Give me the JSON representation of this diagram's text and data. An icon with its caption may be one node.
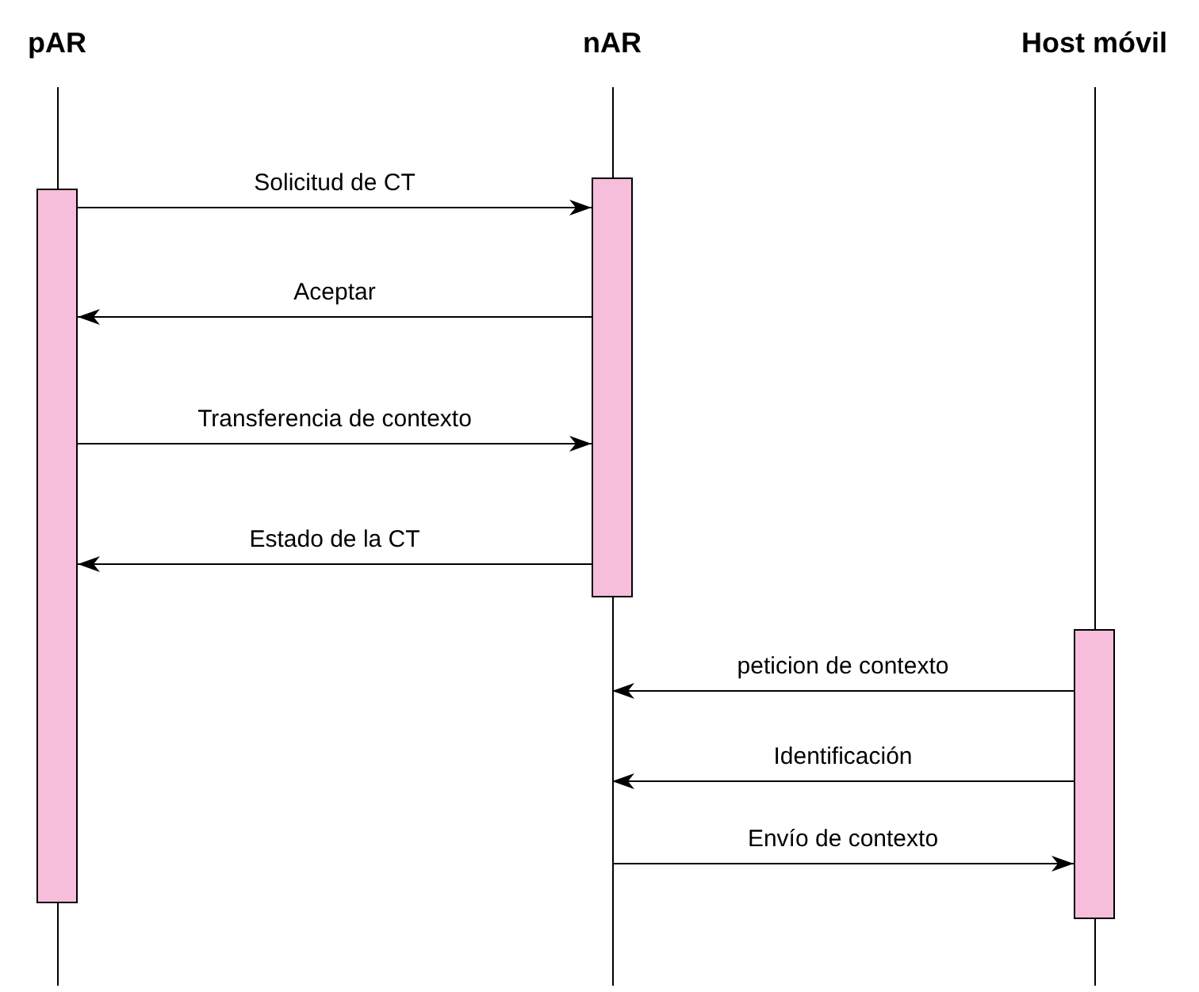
{
  "diagram": {
    "nodes": [
      {
        "text": [
          "pAR"
        ]
      },
      {
        "text": [
          "nAR"
        ]
      },
      {
        "text": [
          "Host móvil"
        ]
      },
      {
        "text": [],
        "shape": "bar",
        "in": 0
      },
      {
        "text": [],
        "shape": "bar",
        "in": 1
      },
      {
        "text": [],
        "shape": "bar",
        "in": 2
      }
    ],
    "edges": [
      {
        "from": 3,
        "to": 4,
        "arrow": "to",
        "label": "Solicitud de CT"
      },
      {
        "from": 4,
        "to": 3,
        "arrow": "to",
        "label": "Aceptar"
      },
      {
        "from": 3,
        "to": 4,
        "arrow": "to",
        "label": "Transferencia de contexto"
      },
      {
        "from": 4,
        "to": 3,
        "arrow": "to",
        "label": "Estado de la CT"
      },
      {
        "from": 5,
        "to": 1,
        "arrow": "to",
        "label": "peticion de contexto"
      },
      {
        "from": 5,
        "to": 1,
        "arrow": "to",
        "label": "Identificación"
      },
      {
        "from": 1,
        "to": 5,
        "arrow": "to",
        "label": "Envío de contexto"
      }
    ]
  }
}
